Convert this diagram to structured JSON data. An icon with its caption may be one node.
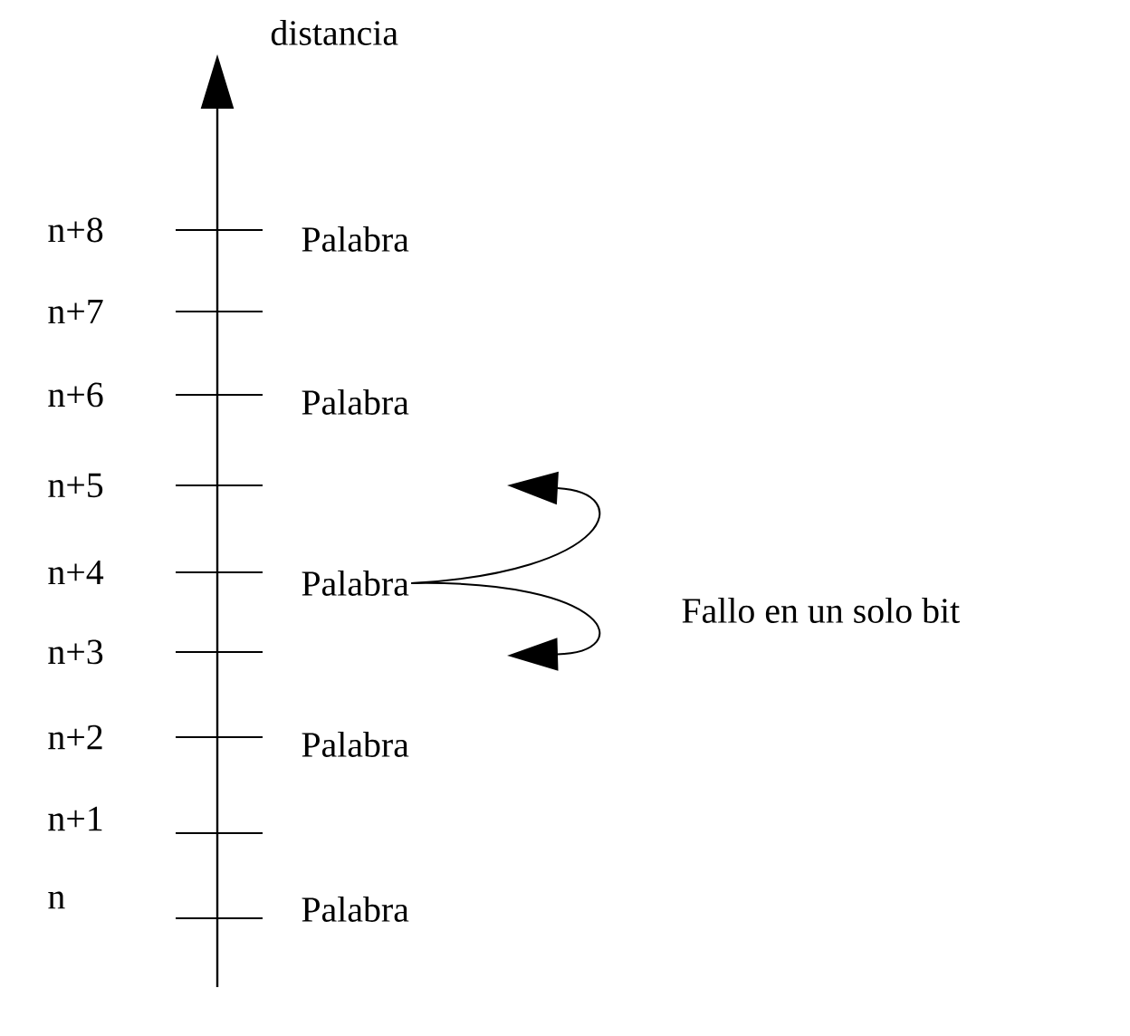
{
  "diagram": {
    "nodes": [
      {
        "text": [
          "Palabra"
        ]
      },
      {
        "text": [
          "Palabra"
        ]
      },
      {
        "text": [
          "Palabra"
        ]
      },
      {
        "text": [
          "Palabra"
        ]
      },
      {
        "text": [
          "Palabra"
        ]
      }
    ],
    "edges": [
      {
        "from": 2,
        "to": null,
        "arrow": "to"
      },
      {
        "from": 2,
        "to": null,
        "arrow": "to"
      }
    ],
    "labels": [
      "distancia",
      "n+8",
      "n+7",
      "n+6",
      "n+5",
      "n+4",
      "n+3",
      "Fallo en un solo bit",
      "n+2",
      "n+1",
      "n"
    ]
  }
}
